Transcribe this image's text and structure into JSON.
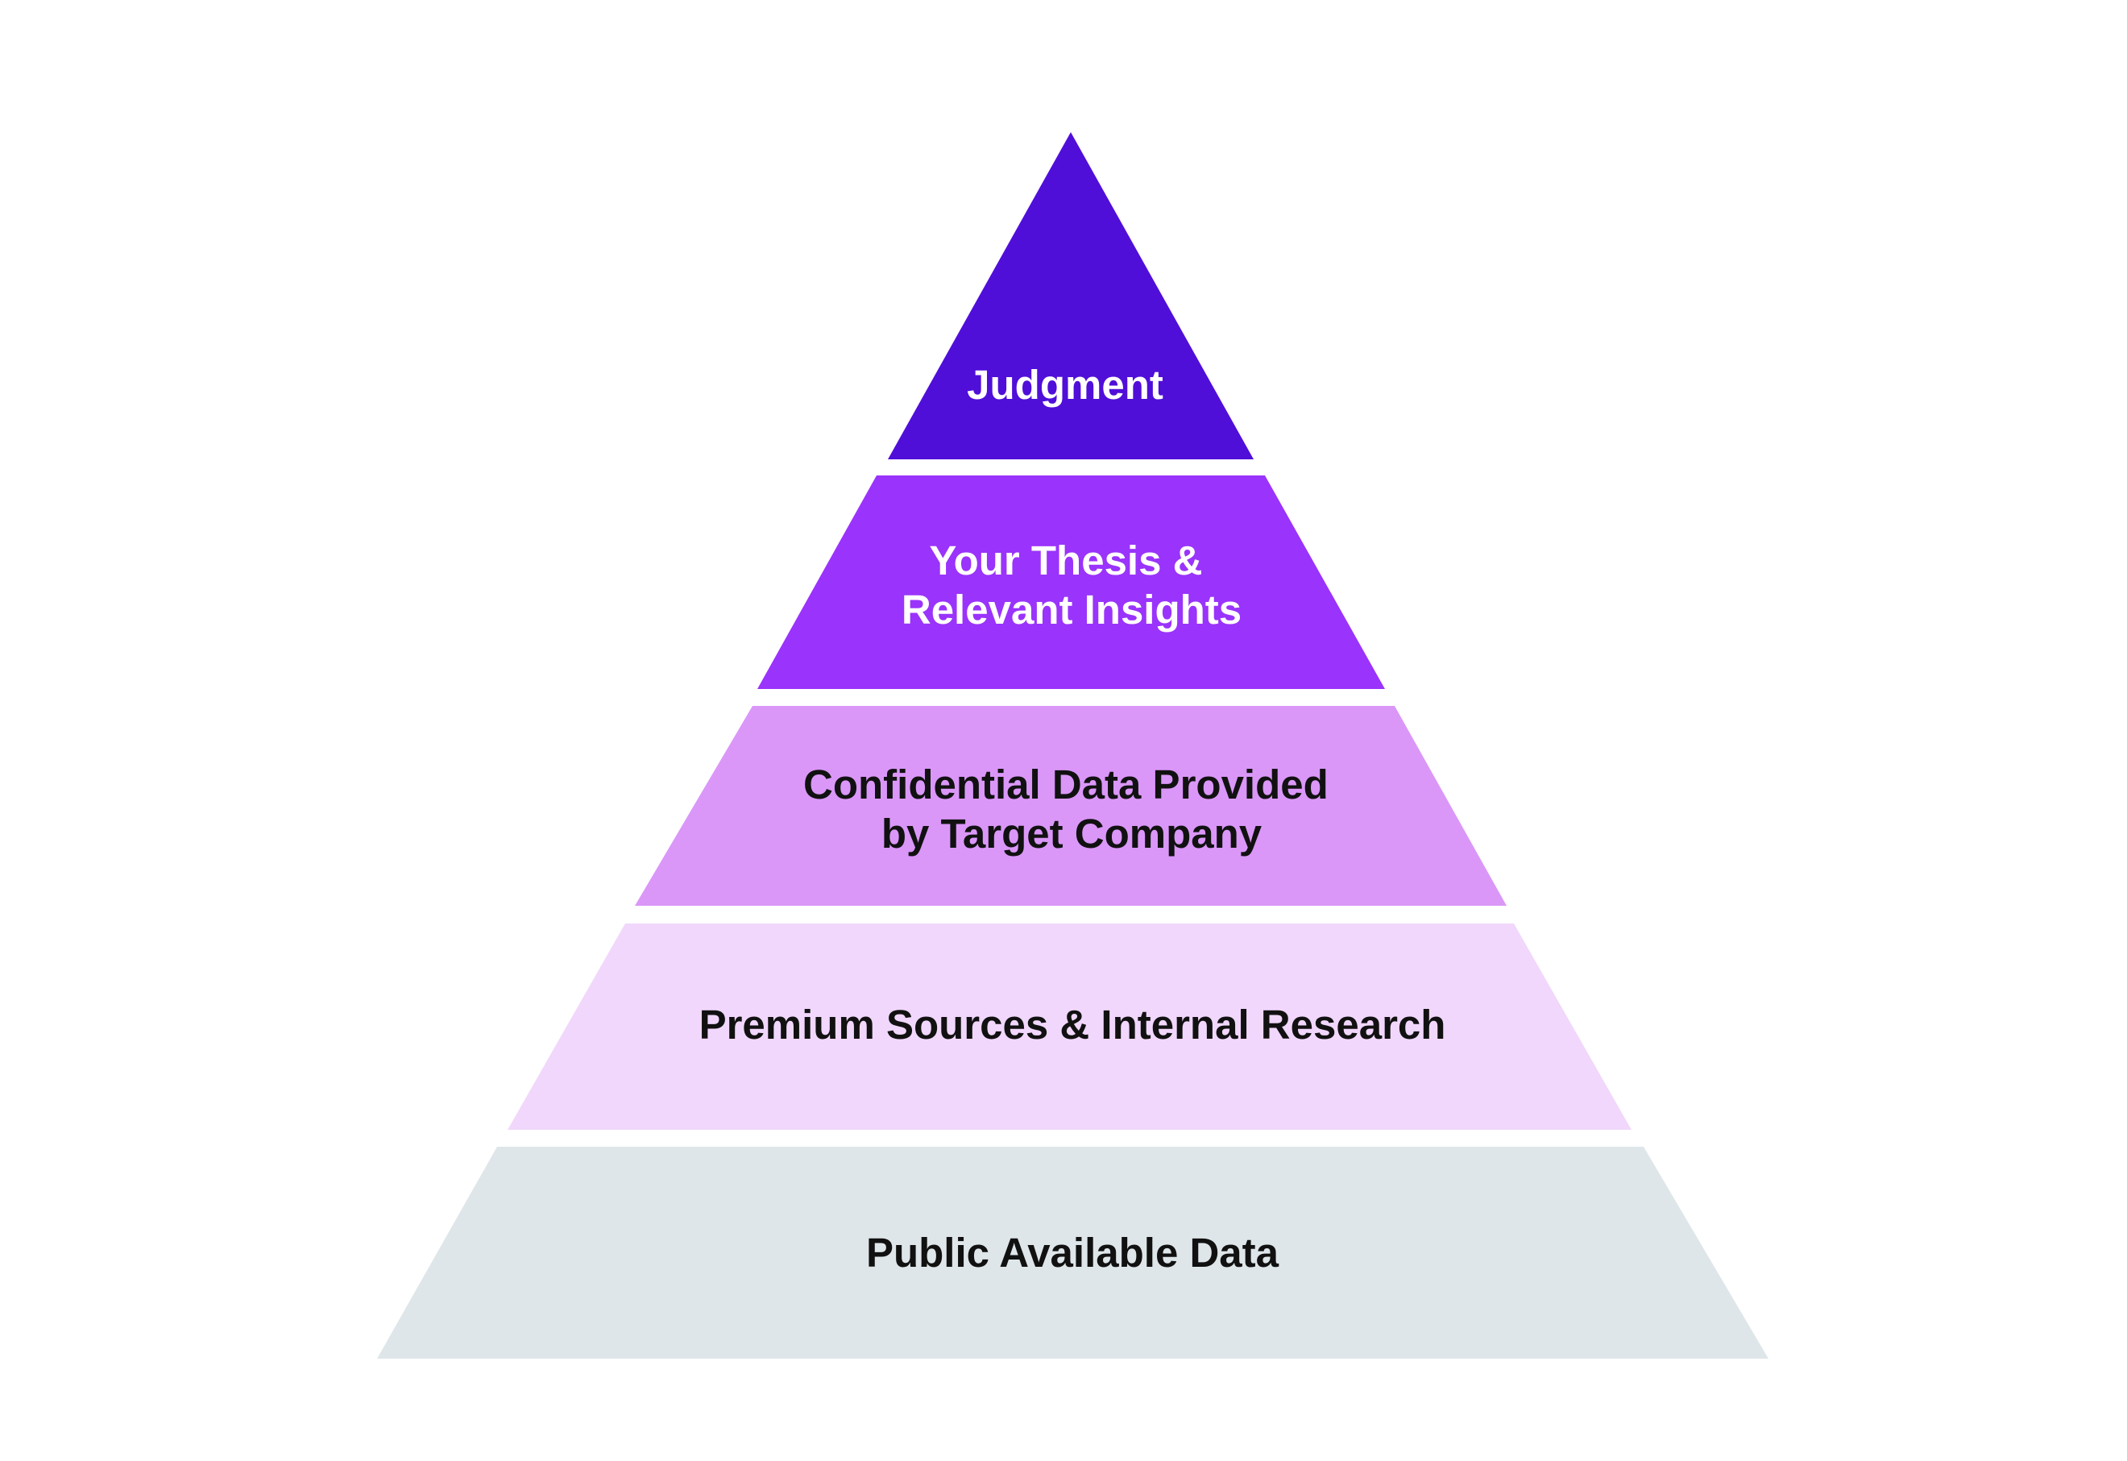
{
  "pyramid": {
    "tiers": [
      {
        "name": "tier-judgment",
        "lines": [
          "Judgment"
        ],
        "fill": "#500ed9",
        "text_color": "#ffffff"
      },
      {
        "name": "tier-thesis-insights",
        "lines": [
          "Your Thesis &",
          "Relevant Insights"
        ],
        "fill": "#9a33fb",
        "text_color": "#ffffff"
      },
      {
        "name": "tier-confidential-data",
        "lines": [
          "Confidential Data Provided",
          "by Target Company"
        ],
        "fill": "#da97f8",
        "text_color": "#111111"
      },
      {
        "name": "tier-premium-sources",
        "lines": [
          "Premium Sources & Internal Research"
        ],
        "fill": "#f1d7fc",
        "text_color": "#111111"
      },
      {
        "name": "tier-public-data",
        "lines": [
          "Public Available Data"
        ],
        "fill": "#dfe6e9",
        "text_color": "#111111"
      }
    ]
  }
}
